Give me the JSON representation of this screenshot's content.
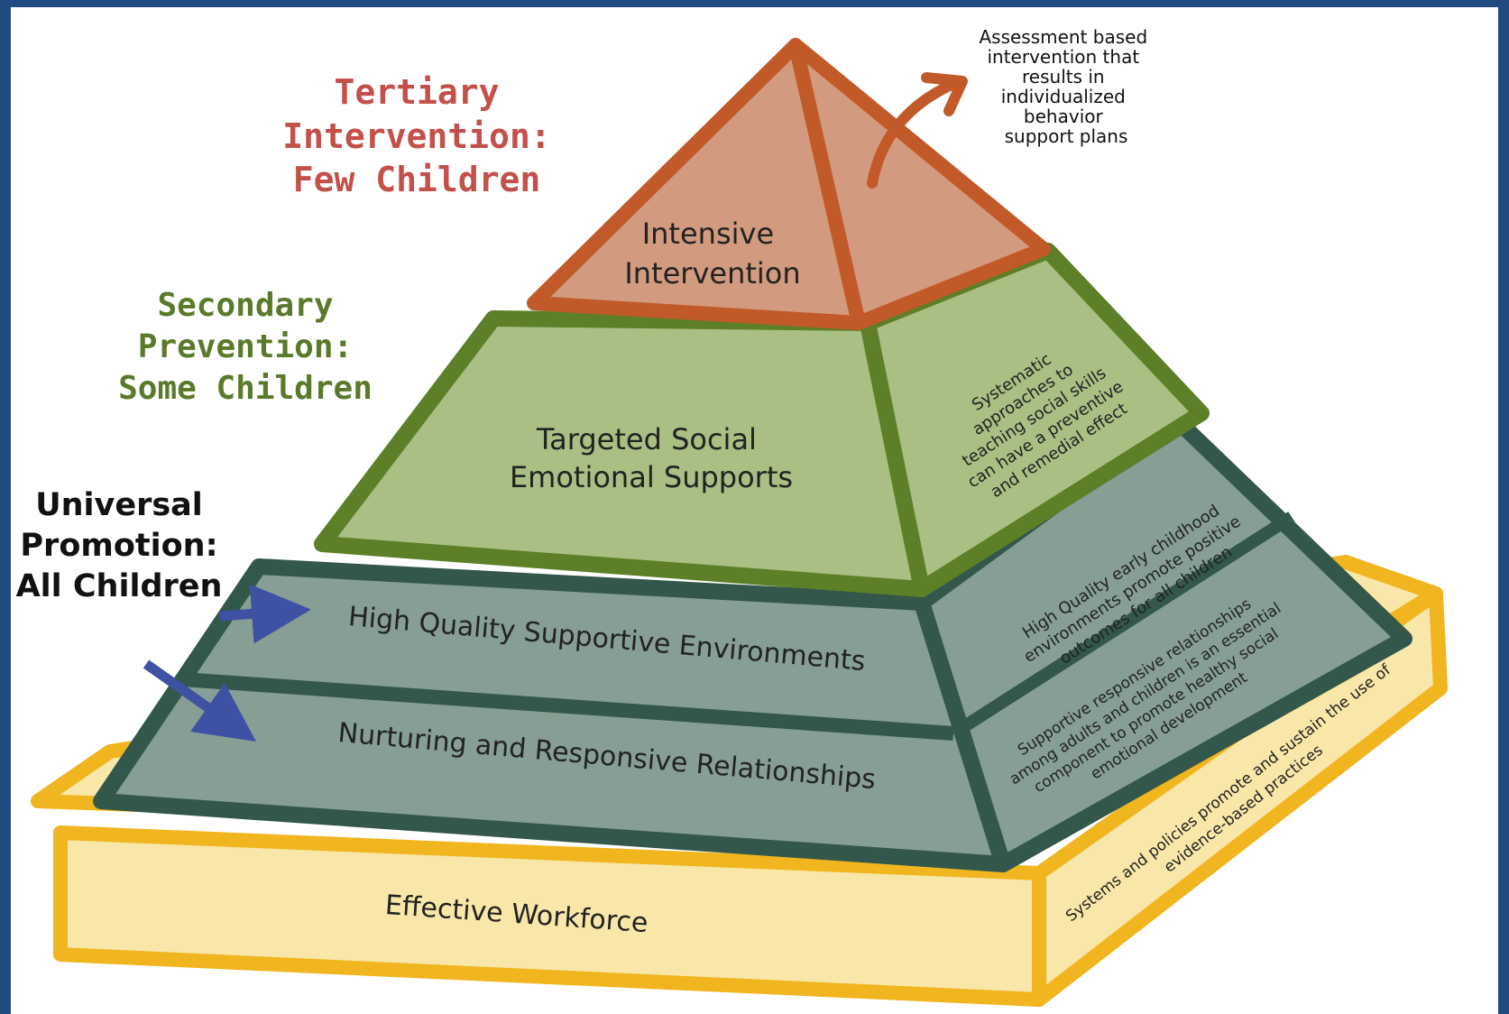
{
  "tiers": {
    "tertiary": {
      "lines": [
        "Tertiary",
        "Intervention:",
        "Few Children"
      ],
      "color": "#c4504a"
    },
    "secondary": {
      "lines": [
        "Secondary",
        "Prevention:",
        "Some Children"
      ],
      "color": "#5a7a2a"
    },
    "universal": {
      "lines": [
        "Universal",
        "Promotion:",
        "All Children"
      ],
      "color": "#111111"
    }
  },
  "pyramid": {
    "top": {
      "lines": [
        "Intensive",
        "Intervention"
      ],
      "fill": "#d29a7e",
      "border": "#c15a28"
    },
    "middle": {
      "lines": [
        "Targeted Social",
        "Emotional Supports"
      ],
      "fill": "#a9bf83",
      "border": "#5c7f27"
    },
    "lower_upper": {
      "label": "High Quality Supportive Environments",
      "fill": "#869e93",
      "border": "#33574a"
    },
    "lower_lower": {
      "label": "Nurturing and Responsive Relationships"
    },
    "base": {
      "label": "Effective Workforce",
      "fill": "#f8e7a8",
      "border": "#f0b51f"
    }
  },
  "notes": {
    "top_callout": [
      "Assessment based",
      "intervention that",
      "results in",
      "individualized",
      "behavior",
      "support plans"
    ],
    "middle_side": [
      "Systematic",
      "approaches to",
      "teaching social skills",
      "can have a preventive",
      "and remedial effect"
    ],
    "env_side": [
      "High Quality early childhood",
      "environments promote positive",
      "outcomes for all children"
    ],
    "rel_side": [
      "Supportive responsive relationships",
      "among adults and children is an essential",
      "component to promote healthy social",
      "emotional development"
    ],
    "base_side": [
      "Systems and policies promote and sustain the use of",
      "evidence-based practices"
    ]
  },
  "colors": {
    "frame": "#1f4a82",
    "arrow": "#3f51a3",
    "callout_arrow": "#c15a28"
  }
}
